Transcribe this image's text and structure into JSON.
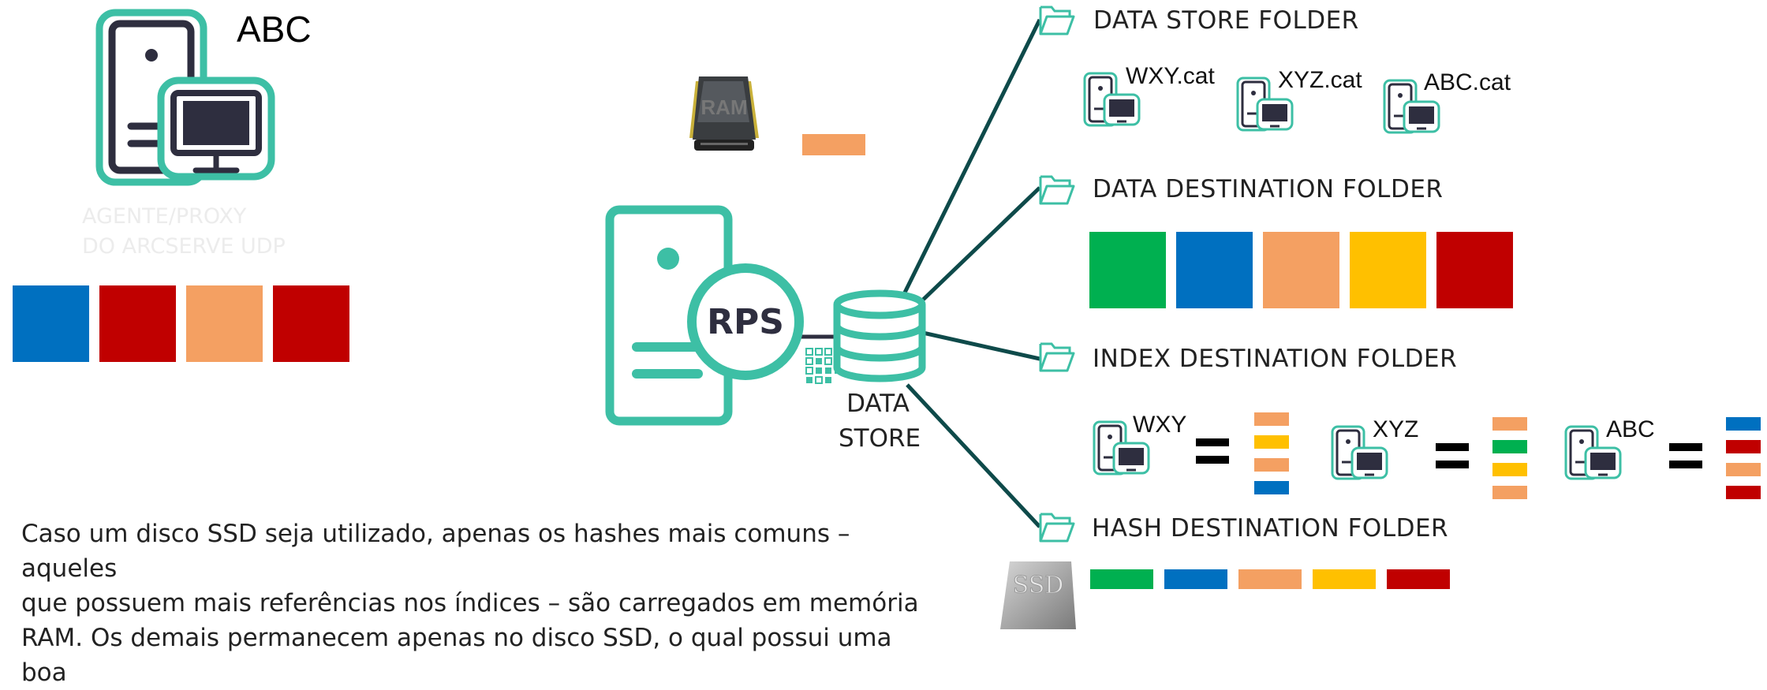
{
  "client": {
    "name": "ABC",
    "caption_line1": "AGENTE/PROXY",
    "caption_line2": "DO ARCSERVE UDP",
    "blocks": [
      "#0070c0",
      "#c00000",
      "#f4a062",
      "#c00000"
    ]
  },
  "ram": {
    "label": "RAM",
    "block_color": "#f4a062"
  },
  "rps": {
    "label": "RPS"
  },
  "data_store": {
    "line1": "DATA",
    "line2": "STORE"
  },
  "folders": {
    "data_store_folder": {
      "label": "DATA STORE FOLDER",
      "files": [
        "WXY.cat",
        "XYZ.cat",
        "ABC.cat"
      ]
    },
    "data_destination_folder": {
      "label": "DATA DESTINATION FOLDER",
      "blocks": [
        "#00b050",
        "#0070c0",
        "#f4a062",
        "#ffc000",
        "#c00000"
      ]
    },
    "index_destination_folder": {
      "label": "INDEX DESTINATION FOLDER",
      "entries": [
        {
          "name": "WXY",
          "colors": [
            "#f4a062",
            "#ffc000",
            "#f4a062",
            "#0070c0"
          ]
        },
        {
          "name": "XYZ",
          "colors": [
            "#f4a062",
            "#00b050",
            "#ffc000",
            "#f4a062"
          ]
        },
        {
          "name": "ABC",
          "colors": [
            "#0070c0",
            "#c00000",
            "#f4a062",
            "#c00000"
          ]
        }
      ]
    },
    "hash_destination_folder": {
      "label": "HASH DESTINATION FOLDER",
      "blocks": [
        "#00b050",
        "#0070c0",
        "#f4a062",
        "#ffc000",
        "#c00000"
      ]
    }
  },
  "ssd": {
    "label": "SSD"
  },
  "description": {
    "line1": "Caso um disco SSD seja utilizado, apenas os hashes mais comuns – aqueles",
    "line2": "que possuem mais referências nos índices – são carregados em memória",
    "line3": "RAM. Os demais permanecem apenas no disco SSD, o qual possui uma boa"
  },
  "colors": {
    "teal": "#3dbfa5",
    "dark": "#2e2e3f",
    "line": "#0e4a4a"
  }
}
